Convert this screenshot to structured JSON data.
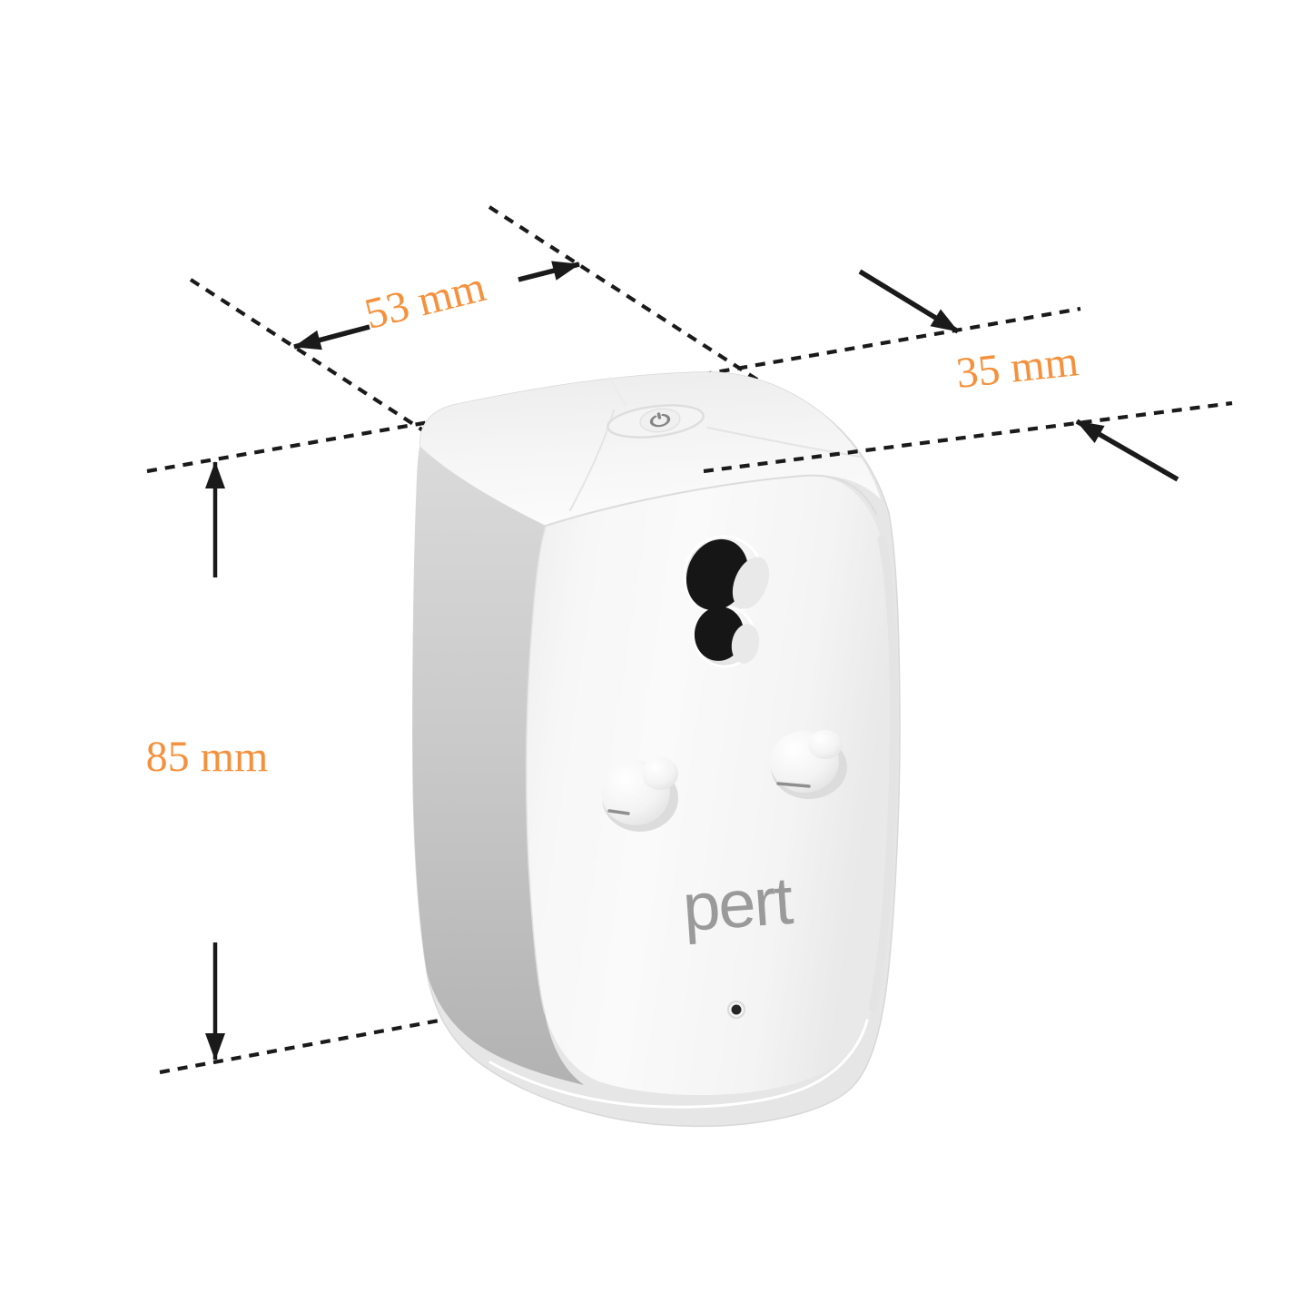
{
  "diagram": {
    "type": "product-dimension-illustration",
    "device": {
      "name": "smart-plug",
      "brand_logo": "pert",
      "top_button_icon": "power-icon"
    },
    "dimensions": {
      "front_width": {
        "label": "53 mm"
      },
      "side_depth": {
        "label": "35 mm"
      },
      "body_height": {
        "label": "85 mm"
      }
    },
    "colors": {
      "dimension_text": "#F5913C",
      "annotation_line": "#1A1A1A",
      "logo_text": "#9A9A9A"
    }
  }
}
